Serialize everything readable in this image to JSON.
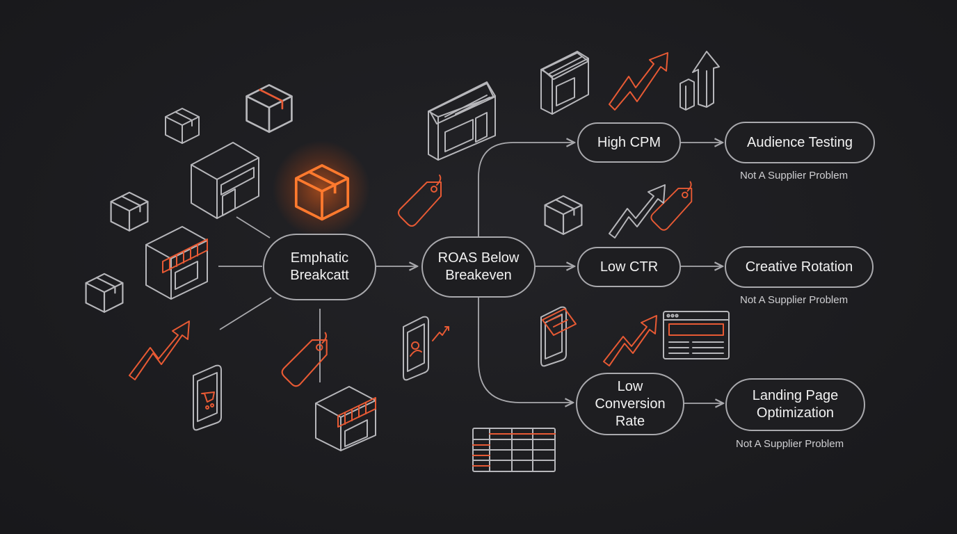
{
  "nodes": {
    "emphatic": [
      "Emphatic",
      "Breakcatt"
    ],
    "roas": [
      "ROAS Below",
      "Breakeven"
    ],
    "high_cpm": "High CPM",
    "low_ctr": "Low CTR",
    "low_conversion": [
      "Low",
      "Conversion",
      "Rate"
    ],
    "audience_testing": "Audience Testing",
    "creative_rotation": "Creative Rotation",
    "landing_page": [
      "Landing Page",
      "Optimization"
    ]
  },
  "notes": {
    "audience_testing": "Not A Supplier Problem",
    "creative_rotation": "Not A Supplier Problem",
    "landing_page": "Not A Supplier Problem"
  },
  "colors": {
    "background": "#1d1d20",
    "line": "#a9a9ad",
    "accent": "#e85a34",
    "highlight": "#ff7a2e"
  },
  "icons": [
    "box-icon",
    "storefront-icon",
    "price-tag-icon",
    "trend-arrow-icon",
    "smartphone-icon",
    "shopping-cart-icon",
    "bar-chart-icon",
    "browser-window-icon",
    "spreadsheet-icon"
  ]
}
